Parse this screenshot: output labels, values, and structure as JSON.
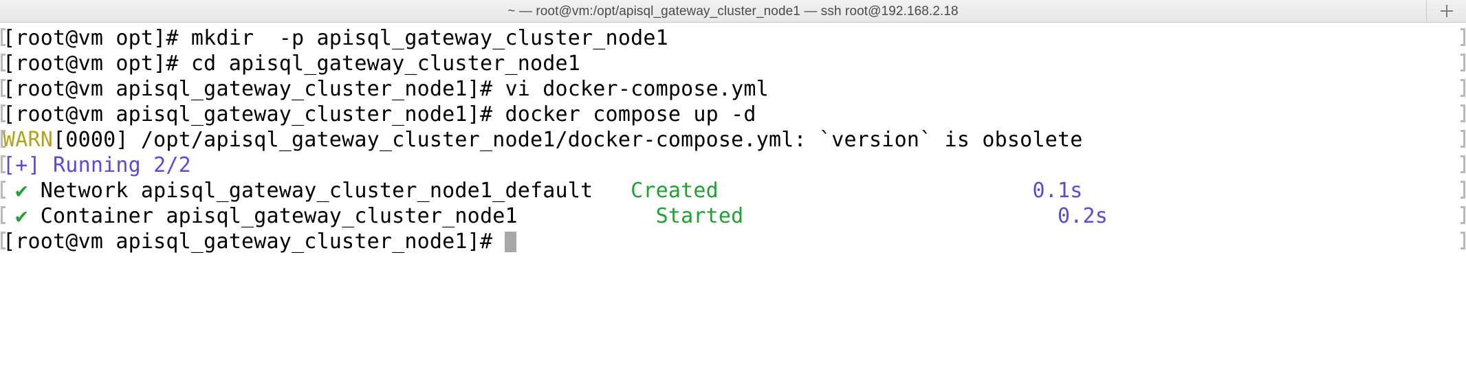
{
  "window": {
    "titlebar": {
      "title": "~ — root@vm:/opt/apisql_gateway_cluster_node1 — ssh root@192.168.2.18",
      "new_tab_icon": "plus-icon"
    }
  },
  "colors": {
    "titlebar_bg": "#ececec",
    "titlebar_text": "#4a4a4a",
    "terminal_bg": "#ffffff",
    "text_default": "#000000",
    "warn": "#b3a21b",
    "accent_purple": "#5b4ad8",
    "success_green": "#1fa32f",
    "cursor": "#a8a8a8",
    "edge_clip": "#b9b9b9"
  },
  "terminal": {
    "lines": [
      {
        "id": "line-mkdir",
        "segments": [
          {
            "text": "[root@vm opt]# mkdir  -p apisql_gateway_cluster_node1",
            "color": "black"
          }
        ]
      },
      {
        "id": "line-cd",
        "segments": [
          {
            "text": "[root@vm opt]# cd apisql_gateway_cluster_node1",
            "color": "black"
          }
        ]
      },
      {
        "id": "line-vi",
        "segments": [
          {
            "text": "[root@vm apisql_gateway_cluster_node1]# vi docker-compose.yml",
            "color": "black"
          }
        ]
      },
      {
        "id": "line-compose-up",
        "segments": [
          {
            "text": "[root@vm apisql_gateway_cluster_node1]# docker compose up -d",
            "color": "black"
          }
        ]
      },
      {
        "id": "line-warn",
        "segments": [
          {
            "text": "WARN",
            "color": "warn"
          },
          {
            "text": "[0000] /opt/apisql_gateway_cluster_node1/docker-compose.yml: `version` is obsolete",
            "color": "black"
          }
        ]
      },
      {
        "id": "line-running",
        "segments": [
          {
            "text": "[+] Running 2/2",
            "color": "purple"
          }
        ]
      },
      {
        "id": "line-network-created",
        "segments": [
          {
            "text": " ",
            "color": "black"
          },
          {
            "text": "✔",
            "color": "check"
          },
          {
            "text": " Network apisql_gateway_cluster_node1_default   ",
            "color": "black"
          },
          {
            "text": "Created",
            "color": "green"
          },
          {
            "text": "                         ",
            "color": "black"
          },
          {
            "text": "0.1s",
            "color": "purple"
          }
        ]
      },
      {
        "id": "line-container-started",
        "segments": [
          {
            "text": " ",
            "color": "black"
          },
          {
            "text": "✔",
            "color": "check"
          },
          {
            "text": " Container apisql_gateway_cluster_node1           ",
            "color": "black"
          },
          {
            "text": "Started",
            "color": "green"
          },
          {
            "text": "                         ",
            "color": "black"
          },
          {
            "text": "0.2s",
            "color": "purple"
          }
        ]
      },
      {
        "id": "line-prompt",
        "segments": [
          {
            "text": "[root@vm apisql_gateway_cluster_node1]# ",
            "color": "black"
          }
        ],
        "cursor": true
      }
    ]
  }
}
